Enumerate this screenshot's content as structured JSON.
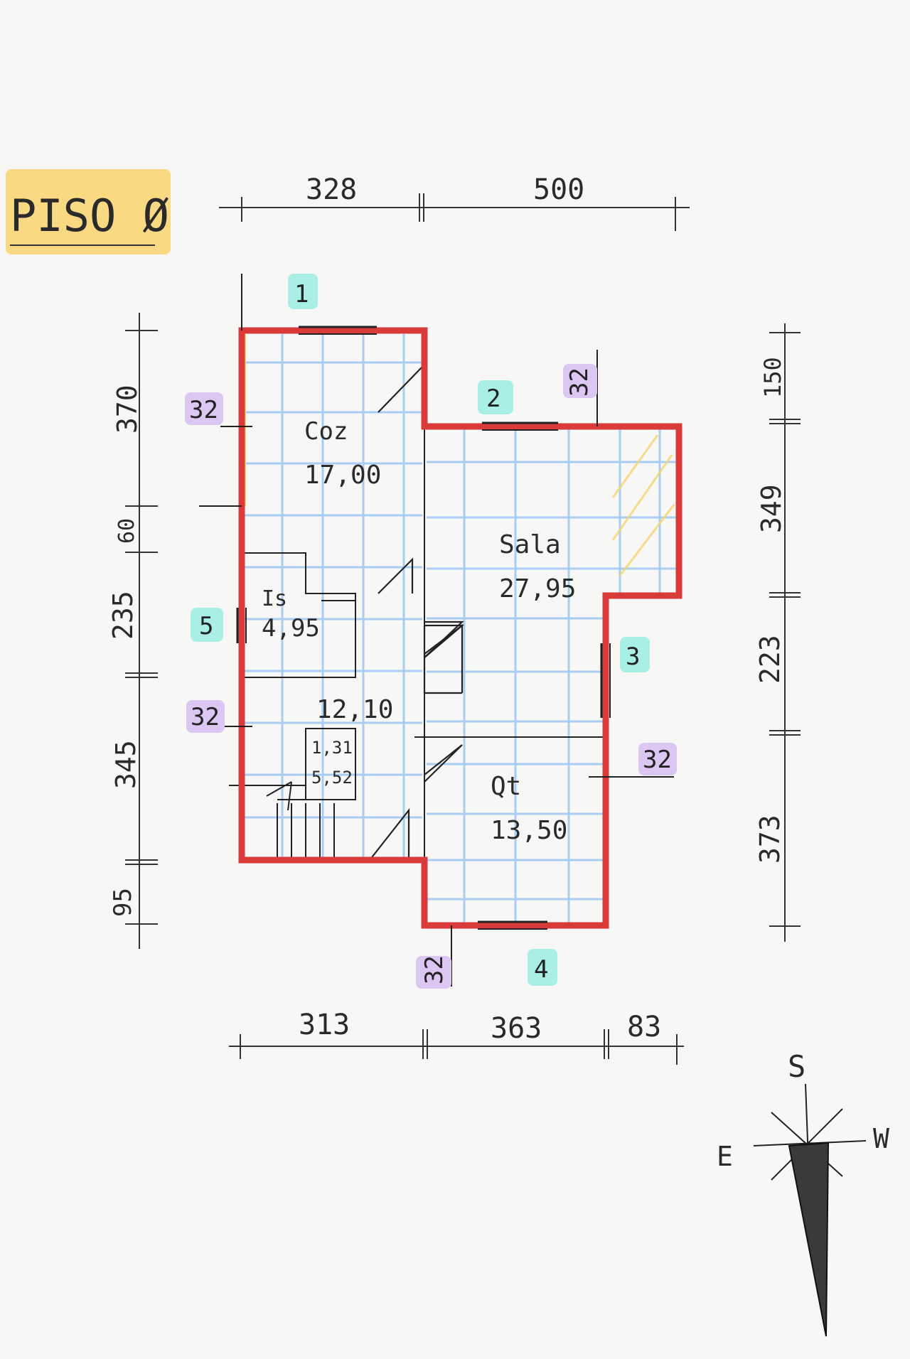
{
  "title": "PISO Ø",
  "colors": {
    "wall": "#d93a3a",
    "grid": "#a9cdf2",
    "highlight": "#f9d56e",
    "window_tag": "#a9efe6",
    "thickness_tag": "#dcc6f2",
    "ink": "#2a2a2a"
  },
  "dimensions": {
    "top": [
      "328",
      "500"
    ],
    "bottom": [
      "313",
      "363",
      "83"
    ],
    "left": [
      "370",
      "60",
      "235",
      "345",
      "95"
    ],
    "right": [
      "150",
      "349",
      "223",
      "373"
    ]
  },
  "rooms": {
    "coz": {
      "name": "Coz",
      "area": "17,00"
    },
    "sala": {
      "name": "Sala",
      "area": "27,95"
    },
    "is": {
      "name": "Is",
      "area": "4,95"
    },
    "hall": {
      "area": "12,10"
    },
    "qt": {
      "name": "Qt",
      "area": "13,50"
    },
    "stair_small": {
      "line1": "1,31",
      "line2": "5,52"
    }
  },
  "window_tags": [
    "1",
    "2",
    "3",
    "4",
    "5"
  ],
  "wall_tags": [
    "32",
    "32",
    "32",
    "32",
    "32"
  ],
  "compass": {
    "north": "S",
    "west": "E",
    "east": "W",
    "icon": "compass-arrow-icon"
  }
}
